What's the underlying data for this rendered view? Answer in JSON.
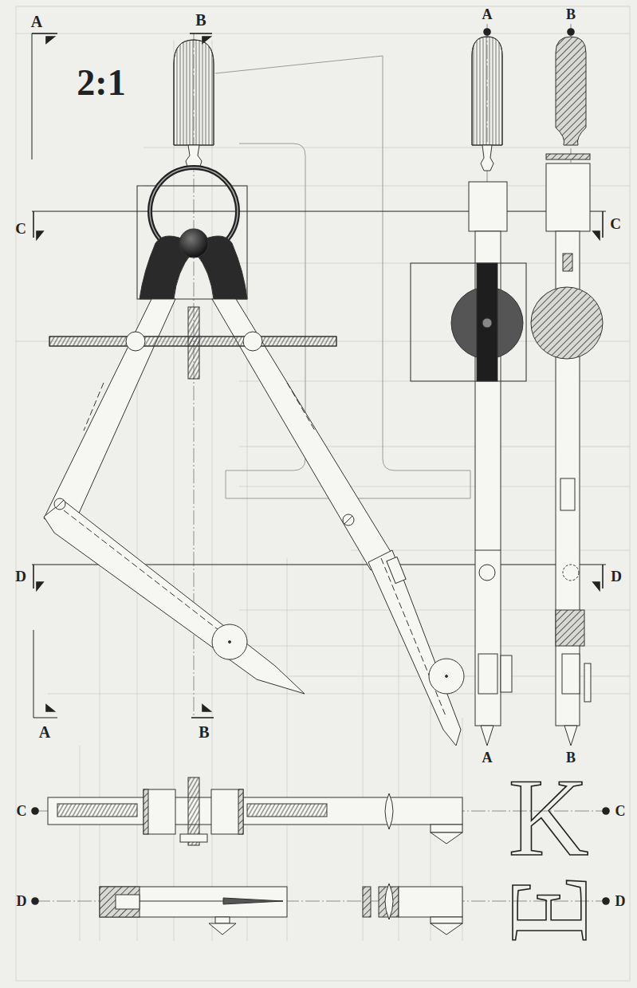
{
  "diagram": {
    "labels": [
      "A",
      "B",
      "2:1",
      "A",
      "B",
      "C",
      "C",
      "D",
      "D",
      "A",
      "B",
      "A",
      "B",
      "C",
      "C",
      "D",
      "D",
      "K",
      "E"
    ]
  }
}
